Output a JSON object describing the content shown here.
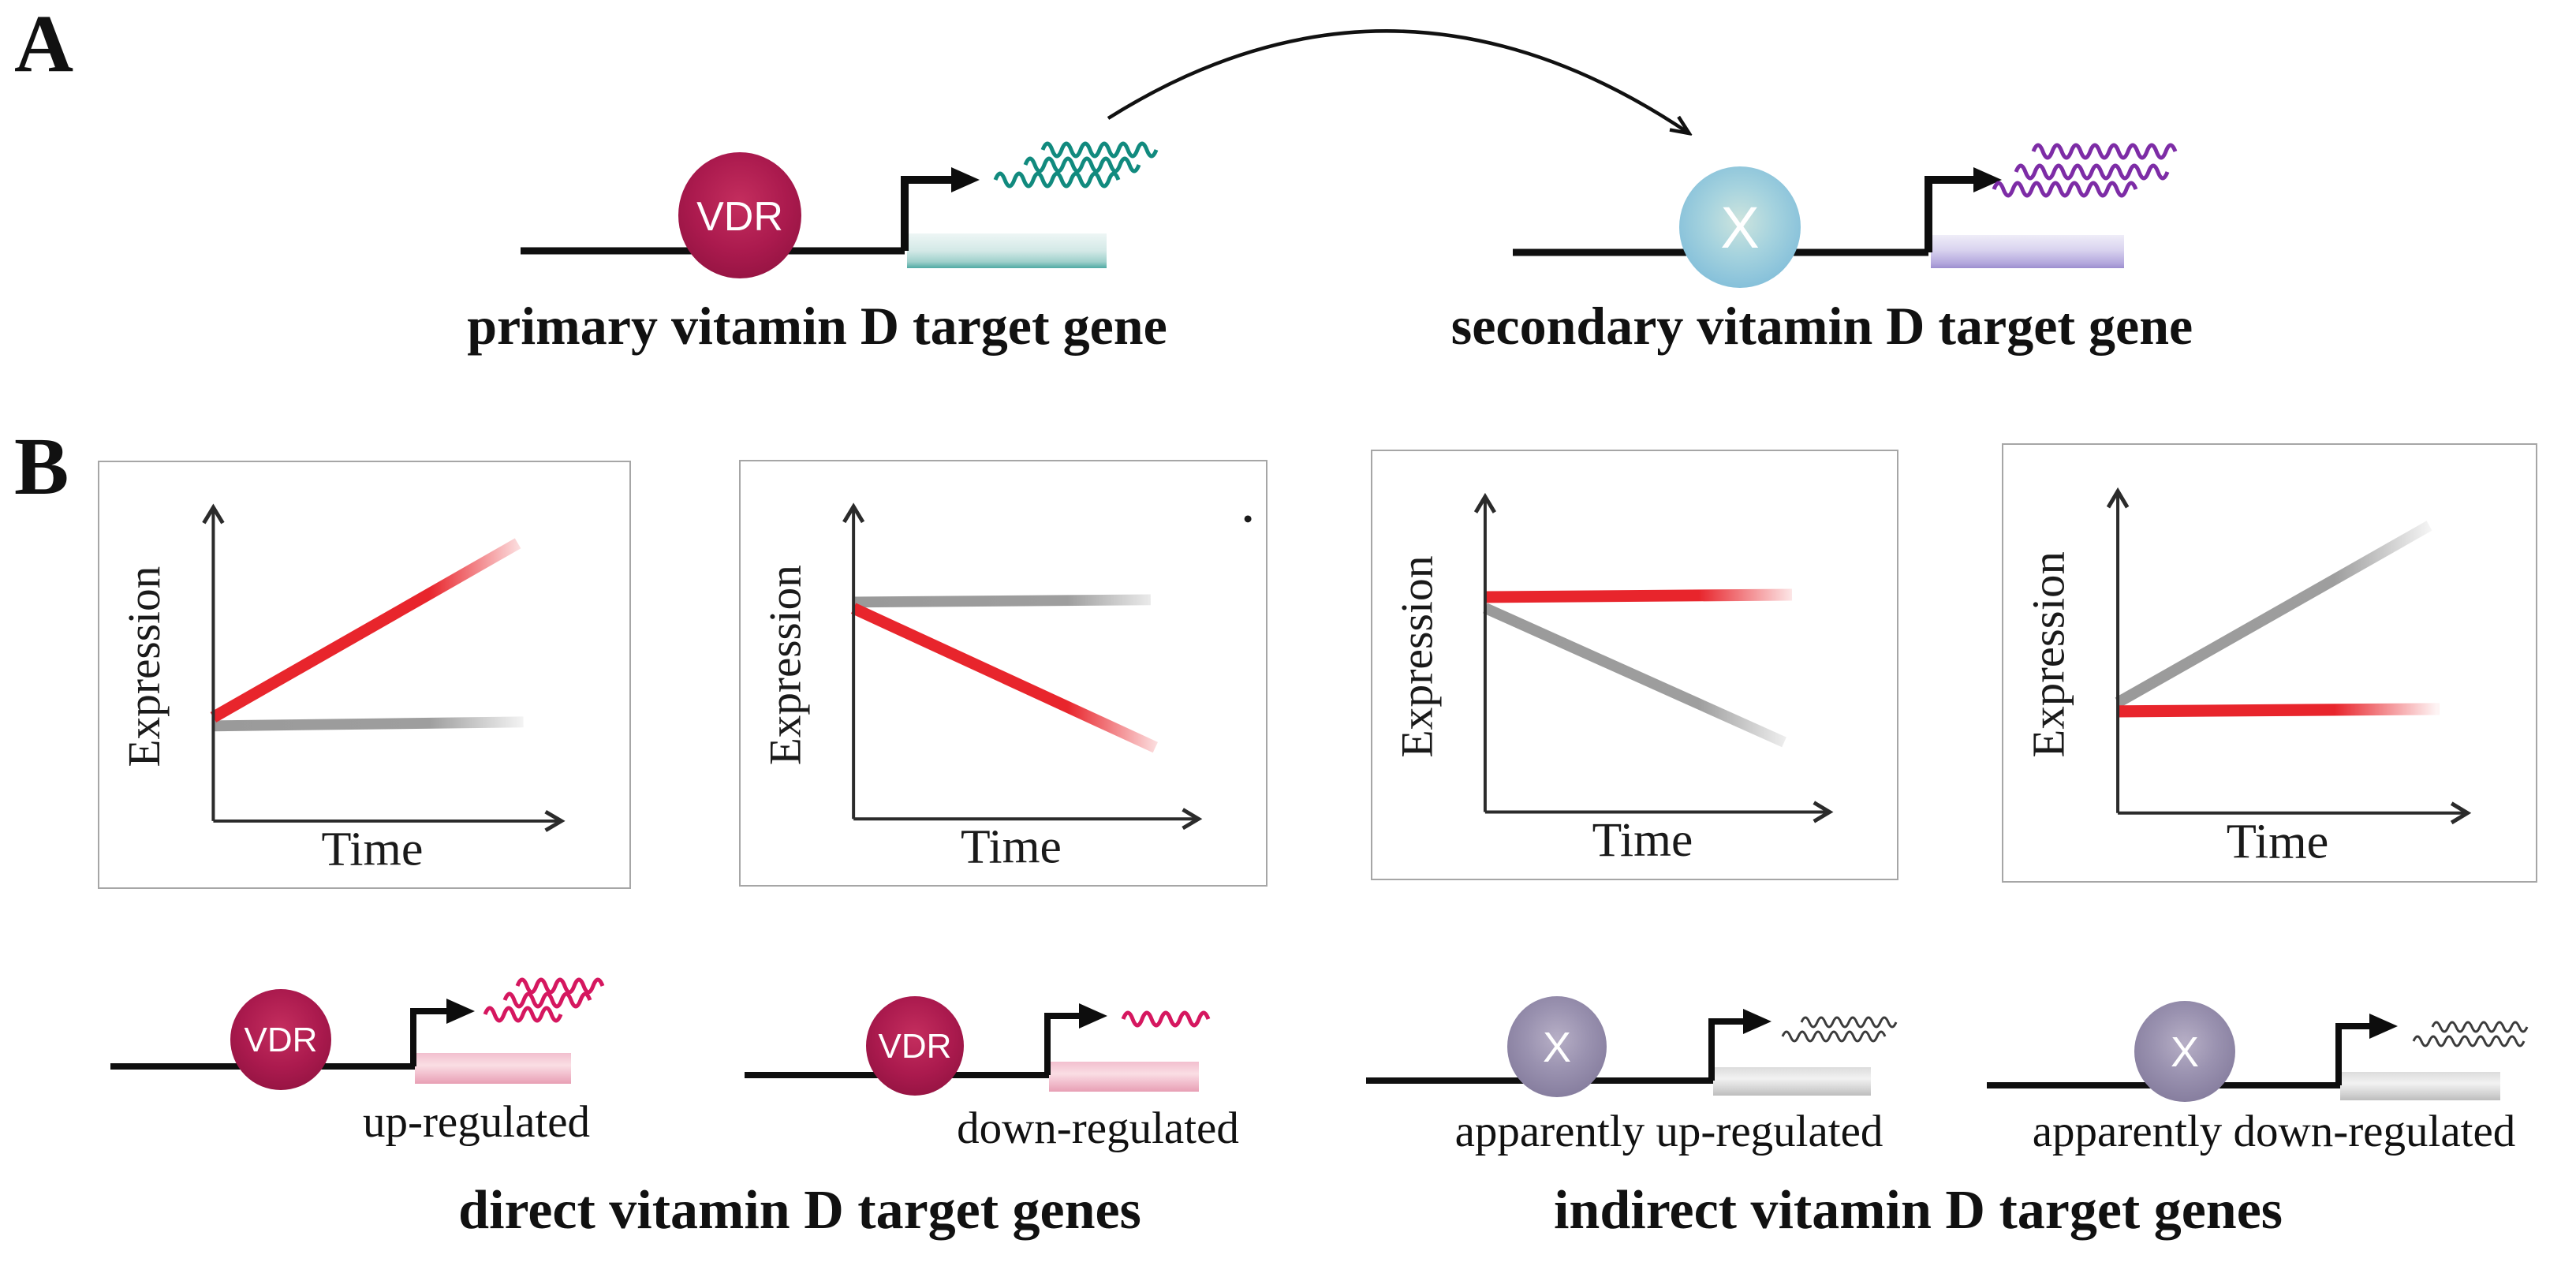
{
  "figure": {
    "panel_a_label": "A",
    "panel_b_label": "B"
  },
  "panelA": {
    "primary": {
      "protein": "VDR",
      "label": "primary vitamin D target gene",
      "mrna_color_name": "teal-mrna"
    },
    "secondary": {
      "protein": "X",
      "label": "secondary vitamin D target gene",
      "mrna_color_name": "purple-mrna"
    }
  },
  "panelB": {
    "plots": [
      {
        "ylabel": "Expression",
        "xlabel": "Time",
        "red_trend": "increasing",
        "gray_trend": "constant"
      },
      {
        "ylabel": "Expression",
        "xlabel": "Time",
        "red_trend": "decreasing",
        "gray_trend": "constant"
      },
      {
        "ylabel": "Expression",
        "xlabel": "Time",
        "red_trend": "constant",
        "gray_trend": "decreasing"
      },
      {
        "ylabel": "Expression",
        "xlabel": "Time",
        "red_trend": "constant",
        "gray_trend": "increasing"
      }
    ],
    "diagrams": [
      {
        "protein": "VDR",
        "label": "up-regulated"
      },
      {
        "protein": "VDR",
        "label": "down-regulated"
      },
      {
        "protein": "X",
        "label": "apparently up-regulated"
      },
      {
        "protein": "X",
        "label": "apparently down-regulated"
      }
    ],
    "groups": [
      {
        "label": "direct vitamin D target genes"
      },
      {
        "label": "indirect vitamin D target genes"
      }
    ]
  },
  "colors": {
    "vdr_protein": "#a5154a",
    "x_protein_blue": "#79bad9",
    "x_protein_purple": "#8a81a3",
    "red_line": "#e8252c",
    "gray_line": "#9a9a9a",
    "mrna_teal": "#118a7e",
    "mrna_purple": "#7d2ca6",
    "mrna_pink": "#d5175f",
    "mrna_gray": "#3b3b3b"
  }
}
